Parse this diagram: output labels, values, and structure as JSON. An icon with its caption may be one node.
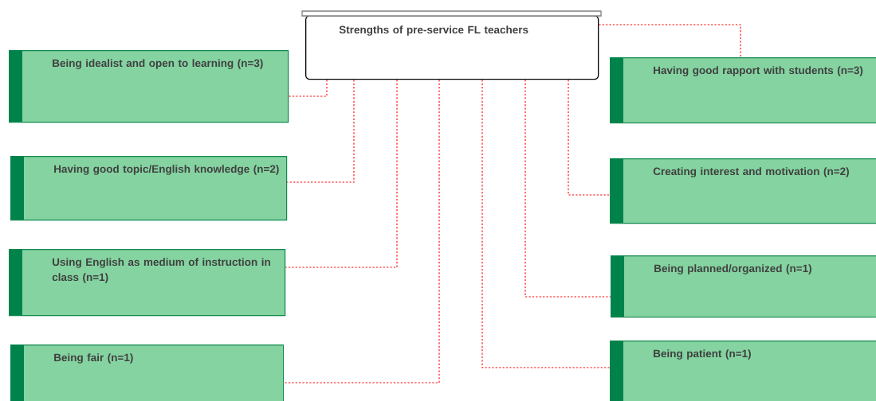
{
  "diagram": {
    "nodes": [
      {
        "text": [
          "Strengths of pre-service FL teachers"
        ]
      },
      {
        "text": [
          "Being idealist and open to learning (n=3)"
        ]
      },
      {
        "text": [
          "Having good topic/English knowledge (n=2)"
        ]
      },
      {
        "text": [
          "Using English as medium of instruction in class (n=1)"
        ]
      },
      {
        "text": [
          "Being fair (n=1)"
        ]
      },
      {
        "text": [
          "Having good rapport with students (n=3)"
        ]
      },
      {
        "text": [
          "Creating interest and motivation (n=2)"
        ]
      },
      {
        "text": [
          "Being planned/organized (n=1)"
        ]
      },
      {
        "text": [
          "Being patient (n=1)"
        ]
      }
    ],
    "edges": [
      {
        "from": 0,
        "to": 1,
        "arrow": "none",
        "style": "dashed",
        "color": "#ff0000"
      },
      {
        "from": 0,
        "to": 2,
        "arrow": "none",
        "style": "dashed",
        "color": "#ff0000"
      },
      {
        "from": 0,
        "to": 3,
        "arrow": "none",
        "style": "dashed",
        "color": "#ff0000"
      },
      {
        "from": 0,
        "to": 4,
        "arrow": "none",
        "style": "dashed",
        "color": "#ff0000"
      },
      {
        "from": 0,
        "to": 5,
        "arrow": "none",
        "style": "dashed",
        "color": "#ff0000"
      },
      {
        "from": 0,
        "to": 6,
        "arrow": "none",
        "style": "dashed",
        "color": "#ff0000"
      },
      {
        "from": 0,
        "to": 7,
        "arrow": "none",
        "style": "dashed",
        "color": "#ff0000"
      },
      {
        "from": 0,
        "to": 8,
        "arrow": "none",
        "style": "dashed",
        "color": "#ff0000"
      }
    ]
  }
}
